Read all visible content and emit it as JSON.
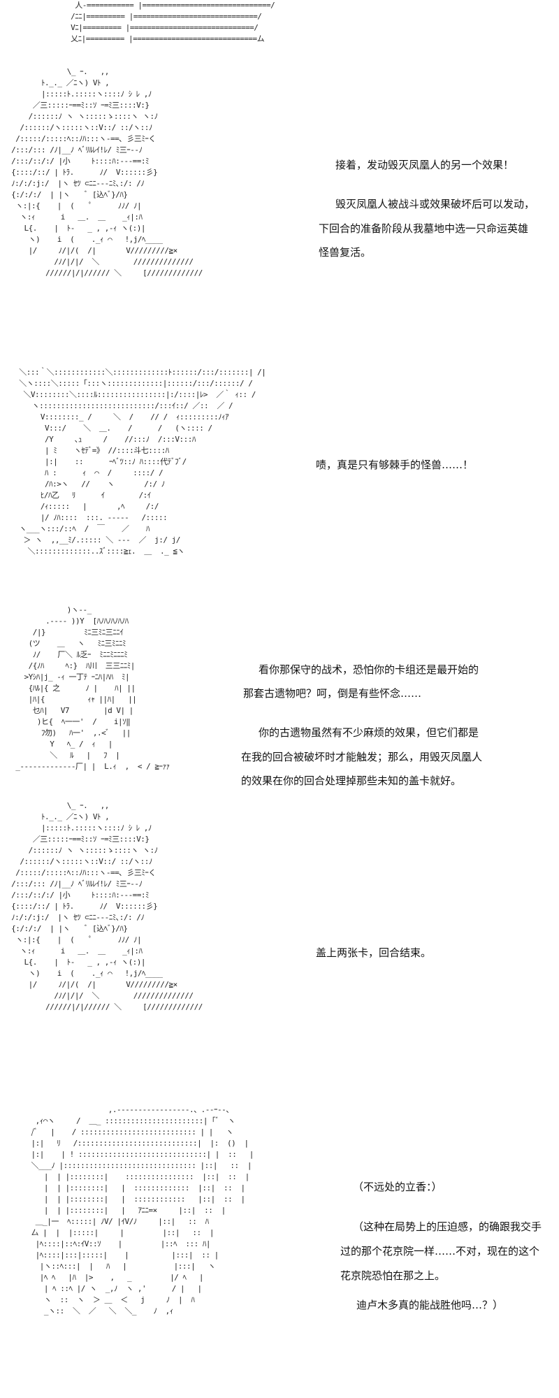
{
  "panel1": {
    "art": [
      "  人-=========== |==============================/",
      " /ﾆﾆ|========= |=============================/",
      " Vﾆ|========= |=============================/",
      " 乂ﾆ|========= |=============================ム"
    ]
  },
  "panel2": {
    "art": [
      "              \\_ ｰ.   ,,",
      "        ﾄ._._ ／ﾆヽ) Vﾄ ,",
      "        |:::::ﾄ.:::::ヽ::::ﾉ ｼ ﾚ ,ﾉ",
      "      ／三:::::ｰ==ﾐ::ｿ ｰ=ﾐ三::::V:}",
      "     /::::::ﾉ ヽ ヽ:::::ゝ::::ヽ ヽ:ﾉ",
      "   /::::::/ヽ:::::ヽ::V::/ ::/ヽ::ﾉ",
      "  /:::::/:::::ﾍ::ﾉﾊ:::ヽ-==､ 彡三ﾐｰく",
      " /:::/::: /ﾉ|__ﾉ ﾍﾞﾘﾙﾚｲ!ﾚ/ ﾐ三ｰ--ﾉ",
      " /:::/::/:/ |小     ﾄ::::ﾊ:---==:ﾐ",
      " {::::/::/ | ﾄﾗ.      ﾉ/  V::::::彡}",
      " ﾉ:/:/:j:/  |ヽ ｾﾂ ⊂ﾆﾆ---ﾆﾐ､:/: /ﾉ",
      " {:/:/:/  | |ヽ    ﾞ [込ﾍﾞ}/ﾊ}",
      "  ヽ:|:{    |  (    ﾟ      ﾉﾉ/ ﾉ|",
      "   ヽ:ｨ      i   ＿.  ＿    _ｨ|:ﾊ",
      "    L{.    |  ﾄ-   _ , ,-ｨ ヽ(:)|",
      "     ヽ)    i  (    ._ｨ ⌒   !,j/ﾍ____",
      "     |/     ﾉ/|/(  /|       V/////////≧×",
      "           /ﾉ/|/|/  ＼        //////////////",
      "         //////|/|////// ＼     [/////////////"
    ],
    "lines": [
      "接着，发动毁灭凤凰人的另一个效果！",
      "毁灭凤凰人被战斗或效果破坏后可以发动，",
      "下回合的准备阶段从我墓地中选一只命运英雄",
      "怪兽复活。"
    ]
  },
  "panel3": {
    "art": [
      "  ＼:::｀＼::::::::::::＼:::::::::::::ﾄ::::::/:::/:::::::| /|",
      "  ＼ヽ::::＼:::::「:::ヽ:::::::::::::|::::::/:::/::::::/ /",
      "   ＼V::::::::＼::::ﾙ::::::::::::::::|:/::::|ﾚ>  ／｀ ｨ:: /",
      "     ヽ:::::::::::::::::::::::::::/:::ｲ::/ ／::  ／ /",
      "       V::::::::_ /     ＼  /    // /  ｨ:::::::::ﾉｨｱ",
      "        V:::/    ＼  ＿.    /      /   (ヽ:::: /",
      "        /Y     ､ｭ     /    //:::ﾉ  /:::V:::ﾊ",
      "        | ﾐ    ヽｾﾃﾞ=》 //::::斗七::::ﾊ",
      "        |:|    ::      ｰﾍﾞﾂ::ﾉ ﾊ::::代ﾃﾞﾌﾞ/",
      "        ﾊ :      ｨ  ⌒  /     ::::/ /",
      "        /ﾊ:>ヽ   //    ヽ       /:/ ﾉ",
      "       ﾋ/ﾊ乙   ﾘ      ｲ        /:ｲ",
      "       /ｨ:::::   |       ,ﾍ     /:/",
      "       |/ ﾉﾊ::::  :::. -----   /:::::",
      "  ヽ___ヽ:::/::ﾍ  /  ￣    ／    ﾊ",
      "   ＞ ヽ  ,,__ﾐ/.::::: ＼ ---  ／  j:/ j/",
      "    ＼:::::::::::::..ｽﾞ::::≧ｪ.  ＿  ._ ≦ヽ"
    ],
    "lines": [
      "啧，真是只有够棘手的怪兽……！"
    ]
  },
  "panel4": {
    "art": [
      "              )ヽ--_",
      "         .---- ))Y  [ﾊﾉﾊﾉﾊﾉﾊﾉﾊ",
      "      /|}         ﾐﾆ三ﾐﾆ三ﾆﾆｲ",
      "     (ツ    ＿   ヽ   ﾐﾆ三ﾐﾆﾆﾐ",
      "      ﾉ/    厂＼ ﾙ乏ｰ  ﾐﾆﾆﾐﾆﾆﾆﾐ",
      "     /{ﾉﾊ     ﾍ:}  ﾊ川  三三ﾆﾆﾐ|",
      "    >Yｼﾊ|j_ -ｨ 一丁ﾃ ｰﾆﾊ|ﾊﾊ  ﾐ|",
      "     {ﾊﾙ|{ 之      ﾉ |    ﾊ| ||",
      "     |ﾊ|{          ｨｬ ||ﾊ|   ||",
      "      乜ﾊ|   V7        |d V| |",
      "       )ヒ{  ﾍ一一'  /    i|ｿ‖",
      "        ﾌ勿)   ﾊ一'  ,.<ﾞ   ||",
      "          Y   ﾍ_ /  ｨ   |",
      "          ＼   ﾙ   |   ﾌ  |",
      "  _-------------厂| |  L.ｨ  ,  < / ≧ｰｧｧ"
    ],
    "lines": [
      "看你那保守的战术，恐怕你的卡组还是最开始的",
      "那套古遗物吧？呵，倒是有些怀念……",
      "你的古遗物虽然有不少麻烦的效果，但它们都是",
      "在我的回合被破坏时才能触发；那么，用毁灭凤凰人",
      "的效果在你的回合处理掉那些未知的盖卡就好。"
    ]
  },
  "panel5": {
    "art": [
      "              \\_ ｰ.   ,,",
      "        ﾄ._._ ／ﾆヽ) Vﾄ ,",
      "        |:::::ﾄ.:::::ヽ::::ﾉ ｼ ﾚ ,ﾉ",
      "      ／三:::::ｰ==ﾐ::ｿ ｰ=ﾐ三::::V:}",
      "     /::::::ﾉ ヽ ヽ:::::ゝ::::ヽ ヽ:ﾉ",
      "   /::::::/ヽ:::::ヽ::V::/ ::/ヽ::ﾉ",
      "  /:::::/:::::ﾍ::ﾉﾊ:::ヽ-==､ 彡三ﾐｰく",
      " /:::/::: /ﾉ|__ﾉ ﾍﾞﾘﾙﾚｲ!ﾚ/ ﾐ三ｰ--ﾉ",
      " /:::/::/:/ |小     ﾄ::::ﾊ:---==:ﾐ",
      " {::::/::/ | ﾄﾗ.      ﾉ/  V::::::彡}",
      " ﾉ:/:/:j:/  |ヽ ｾﾂ ⊂ﾆﾆ---ﾆﾐ､:/: /ﾉ",
      " {:/:/:/  | |ヽ    ﾞ [込ﾍﾞ}/ﾊ}",
      "  ヽ:|:{    |  (    ﾟ      ﾉﾉ/ ﾉ|",
      "   ヽ:ｨ      i   ＿.  ＿    _ｨ|:ﾊ",
      "    L{.    |  ﾄ-   _ , ,-ｨ ヽ(:)|",
      "     ヽ)    i  (    ._ｨ ⌒   !,j/ﾍ____",
      "     |/     ﾉ/|/(  /|       V/////////≧×",
      "           /ﾉ/|/|/  ＼        //////////////",
      "         //////|/|////// ＼     [/////////////"
    ],
    "lines": [
      "盖上两张卡，回合结束。"
    ]
  },
  "panel6": {
    "art": [
      "                      ,.-----------------.、.--ｰ‐-、",
      "     ,ｨ⌒ヽ     /  ＿_ :::::::::::::::::::::::| ｢ﾞ  ヽ",
      "    /ﾞ   |    / ::::::::::::::::::::::::::: | |   ヽ",
      "    |:|   ﾘ   /::::::::::::::::::::::::::::|  |:  ()  |",
      "    |:|    | ! ::::::::::::::::::::::::::::::| |  ::   |",
      "    ＼___ﾉ |::::::::::::::::::::::::::::::: |::|   ::  |",
      "       |  | |::::::::|    ::::::::::::::::  |::|  ::  |",
      "       |  | |::::::::|   |  :::::::::::::  |::|  ::  |",
      "       |  | |::::::::|   |  ::::::::::::   |::|  ::  |",
      "       |  | |::::::::|   |   ｱﾆﾆ=×     |::|  ::  |",
      "     ＿_|一  ﾍ:::::| ﾉV/ |ｲV/ﾉ     |::|   ::  ﾊ",
      "    厶 |  |  |:::::|     |         |::|   ::  |",
      "     |ﾍ::::|::ﾍ:ｲV::ｿ    |         |::ﾍ  ::: ﾊ|",
      "     |ﾍ::::|:::|:::::|    |          |:::|  :: |",
      "      |ヽ::ﾍ:::|  |   ﾊ   |           |:::|   ヽ",
      "      |ﾍ ﾍ   |ﾊ  |>    ,   _         |/ ﾍ   |",
      "       | ﾍ ::ﾍ |/ ヽ  _,ﾉ  ヽ ,'      / |   |",
      "       ヽ  ::  ヽ  ＞ ＿  ＜   j     ﾉ  |  ﾊ",
      "       _ヽ::  ＼  ／   ＼  ＼_    ﾉ  ,ｨ   "
    ],
    "lines": [
      "（不远处的立香：）",
      "（这种在局势上的压迫感，的确跟我交手",
      "过的那个花京院一样……不对，现在的这个",
      "花京院恐怕在那之上。",
      "迪卢木多真的能战胜他吗…？）"
    ]
  }
}
